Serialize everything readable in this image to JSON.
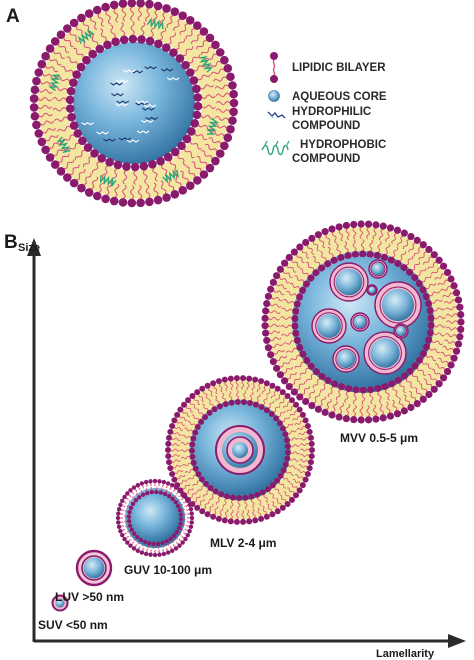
{
  "panel_a": {
    "letter": "A"
  },
  "panel_b": {
    "letter": "B"
  },
  "legend": [
    {
      "label": "LIPIDIC BILAYER",
      "icon": "lipid-icon"
    },
    {
      "label": "AQUEOUS CORE",
      "icon": "aqueous-core-icon"
    },
    {
      "label": "HYDROPHILIC\nCOMPOUND",
      "lines": [
        "HYDROPHILIC",
        "COMPOUND"
      ],
      "icon": "hydrophilic-icon"
    },
    {
      "label": "HYDROPHOBIC\nCOMPOUND",
      "lines": [
        "HYDROPHOBIC",
        "COMPOUND"
      ],
      "icon": "hydrophobic-icon"
    }
  ],
  "axes": {
    "y_label": "Size",
    "x_label": "Lamellarity"
  },
  "vesicles": [
    {
      "name": "suv",
      "label": "SUV <50 nm"
    },
    {
      "name": "luv",
      "label": "LUV >50 nm"
    },
    {
      "name": "guv",
      "label": "GUV 10-100 μm"
    },
    {
      "name": "mlv",
      "label": "MLV 2-4 μm"
    },
    {
      "name": "mvv",
      "label": "MVV 0.5-5 μm"
    }
  ],
  "colors": {
    "head": "#8a1a6c",
    "tail": "#d84f7c",
    "bilayer_band": "#f3e6a0",
    "core": "#4d96c4",
    "core_light": "#a9d2ea",
    "hydrophobic": "#2ea37a",
    "hydrophilic": "#2a3f8f",
    "axis": "#2a2a2a"
  }
}
